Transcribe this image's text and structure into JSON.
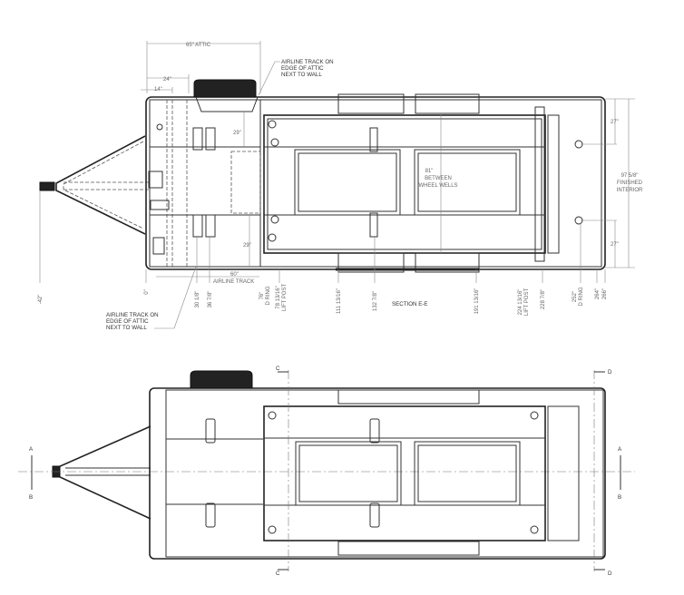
{
  "top_view": {
    "dimensions": {
      "attic_width": "65\" ATTIC",
      "d24": "24\"",
      "d14": "14\"",
      "d29_top": "29\"",
      "d29_bottom": "29\"",
      "airline_track": "60\"",
      "airline_track_label": "AIRLINE TRACK",
      "between_wheel_wells": [
        "81\"",
        "BETWEEN",
        "WHEEL WELLS"
      ],
      "finished_interior": [
        "97 5/8\"",
        "FINISHED",
        "INTERIOR"
      ],
      "d27_top": "27\"",
      "d27_bottom": "27\""
    },
    "callouts": {
      "airline_top": [
        "AIRLINE TRACK ON",
        "EDGE OF ATTIC",
        "NEXT TO WALL"
      ],
      "airline_bottom": [
        "AIRLINE TRACK ON",
        "EDGE OF ATTIC",
        "NEXT TO WALL"
      ]
    },
    "stations": {
      "s_neg42": "-42\"",
      "s0": "0\"",
      "s30": "30 1/8\"",
      "s36": "36 7/8\"",
      "s76": "76\"",
      "s76b": "D RING",
      "s78": "78 13/16\"",
      "s78b": "LIFT POST",
      "s111": "111 13/16\"",
      "s132": "132 7/8\"",
      "s191": "191 13/16\"",
      "s224": "224 13/16\"",
      "s224b": "LIFT POST",
      "s228": "228 7/8\"",
      "s252": "252\"",
      "s252b": "D RING",
      "s264a": "264\"",
      "s266": "266\""
    },
    "section_label": "SECTION E-E"
  },
  "bottom_view": {
    "section_markers": {
      "a": "A",
      "b": "B",
      "c": "C",
      "d": "D"
    }
  }
}
